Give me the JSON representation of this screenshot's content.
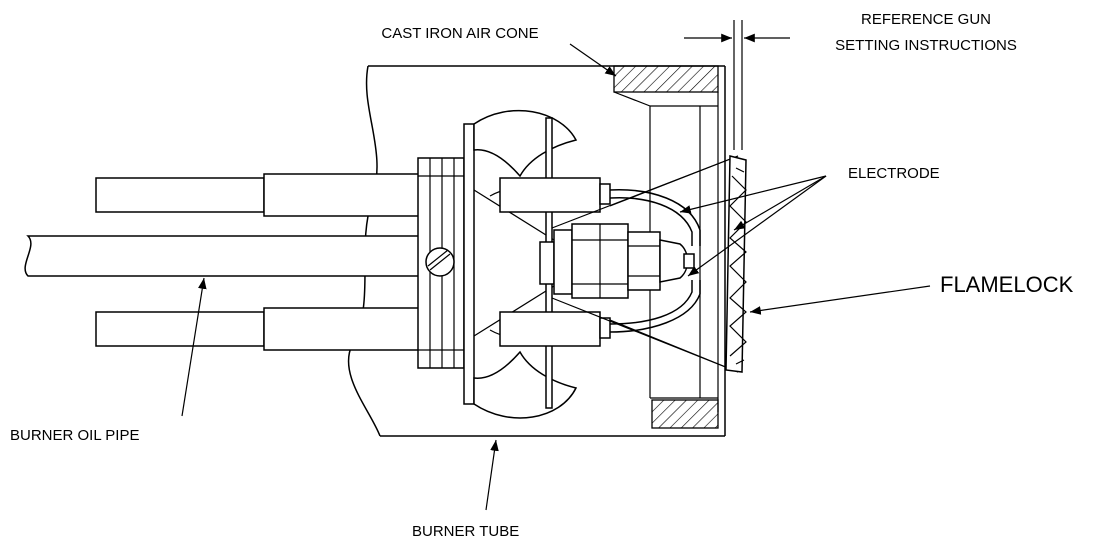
{
  "diagram": {
    "labels": {
      "cast_iron_air_cone": "CAST IRON AIR CONE",
      "reference_line1": "REFERENCE GUN",
      "reference_line2": "SETTING INSTRUCTIONS",
      "electrode": "ELECTRODE",
      "flamelock": "FLAMELOCK",
      "burner_oil_pipe": "BURNER OIL PIPE",
      "burner_tube": "BURNER TUBE"
    },
    "colors": {
      "ink": "#000000",
      "paper": "#ffffff"
    }
  }
}
